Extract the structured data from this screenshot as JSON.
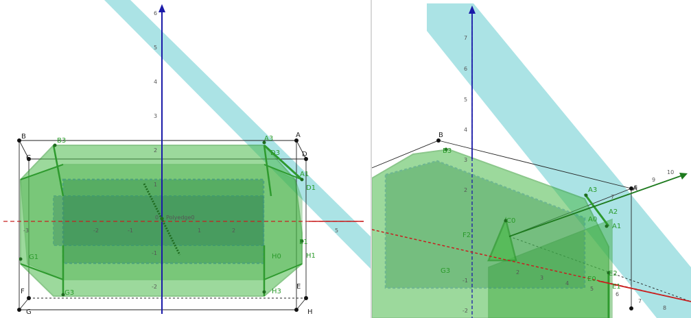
{
  "colors": {
    "solid_fill": "#4cbb4c",
    "solid_edge": "#2e9a2e",
    "dashed_edge": "#1c7a7a",
    "plane": "#8fd9dc",
    "z_axis": "#1a1aa8",
    "x_axis": "#c81e1e",
    "y_axis": "#1e7a1e",
    "box_edge": "#222222",
    "point": "#1f6b1f"
  },
  "left_view": {
    "z_ticks": [
      "6",
      "5",
      "4",
      "3",
      "2",
      "1",
      "-1",
      "-2"
    ],
    "x_ticks": [
      "-3",
      "-2",
      "-1",
      "1",
      "2",
      "5"
    ],
    "labels": {
      "B": "B",
      "A": "A",
      "C": "C",
      "D": "D",
      "F": "F",
      "E": "E",
      "G": "G",
      "H": "H",
      "B3": "B3",
      "A3": "A3",
      "D3": "D3",
      "A1": "A1",
      "D1": "D1",
      "E1": "E1",
      "H1": "H1",
      "G1": "G1",
      "G3": "G3",
      "H3": "H3",
      "H0": "H0",
      "O": "0",
      "fragment": "Polyedge0"
    }
  },
  "right_view": {
    "z_ticks": [
      "7",
      "6",
      "5",
      "4",
      "3",
      "2",
      "-1",
      "-2"
    ],
    "x_ticks": [
      "2",
      "3",
      "4",
      "5",
      "6",
      "7",
      "8"
    ],
    "y_ticks": [
      "7",
      "8",
      "9",
      "10"
    ],
    "labels": {
      "B": "B",
      "B3": "B3",
      "A": "A",
      "A3": "A3",
      "A2": "A2",
      "A1": "A1",
      "A0": "A0",
      "E2": "E2",
      "E1": "E1",
      "E0": "E0",
      "F2": "F2",
      "C0": "C0",
      "G3": "G3"
    }
  }
}
